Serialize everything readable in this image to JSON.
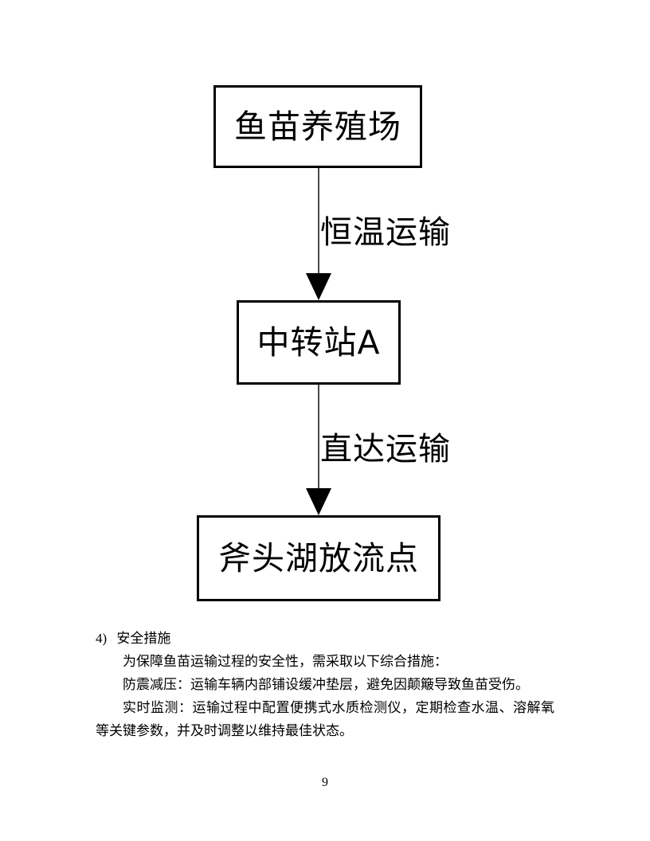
{
  "flowchart": {
    "nodes": [
      {
        "id": "source",
        "label": "鱼苗养殖场"
      },
      {
        "id": "transfer",
        "label": "中转站A"
      },
      {
        "id": "destination",
        "label": "斧头湖放流点"
      }
    ],
    "edges": [
      {
        "from": "source",
        "to": "transfer",
        "label": "恒温运输"
      },
      {
        "from": "transfer",
        "to": "destination",
        "label": "直达运输"
      }
    ]
  },
  "content": {
    "item_number": "4)",
    "item_title": "安全措施",
    "paragraphs": [
      "为保障鱼苗运输过程的安全性，需采取以下综合措施：",
      "防震减压：运输车辆内部铺设缓冲垫层，避免因颠簸导致鱼苗受伤。",
      "实时监测：运输过程中配置便携式水质检测仪，定期检查水温、溶解氧等关键参数，并及时调整以维持最佳状态。"
    ]
  },
  "footer": {
    "page_number": "9"
  },
  "colors": {
    "background": "#ffffff",
    "box_border": "#000000",
    "connector": "#4a4a4a",
    "text": "#000000"
  }
}
